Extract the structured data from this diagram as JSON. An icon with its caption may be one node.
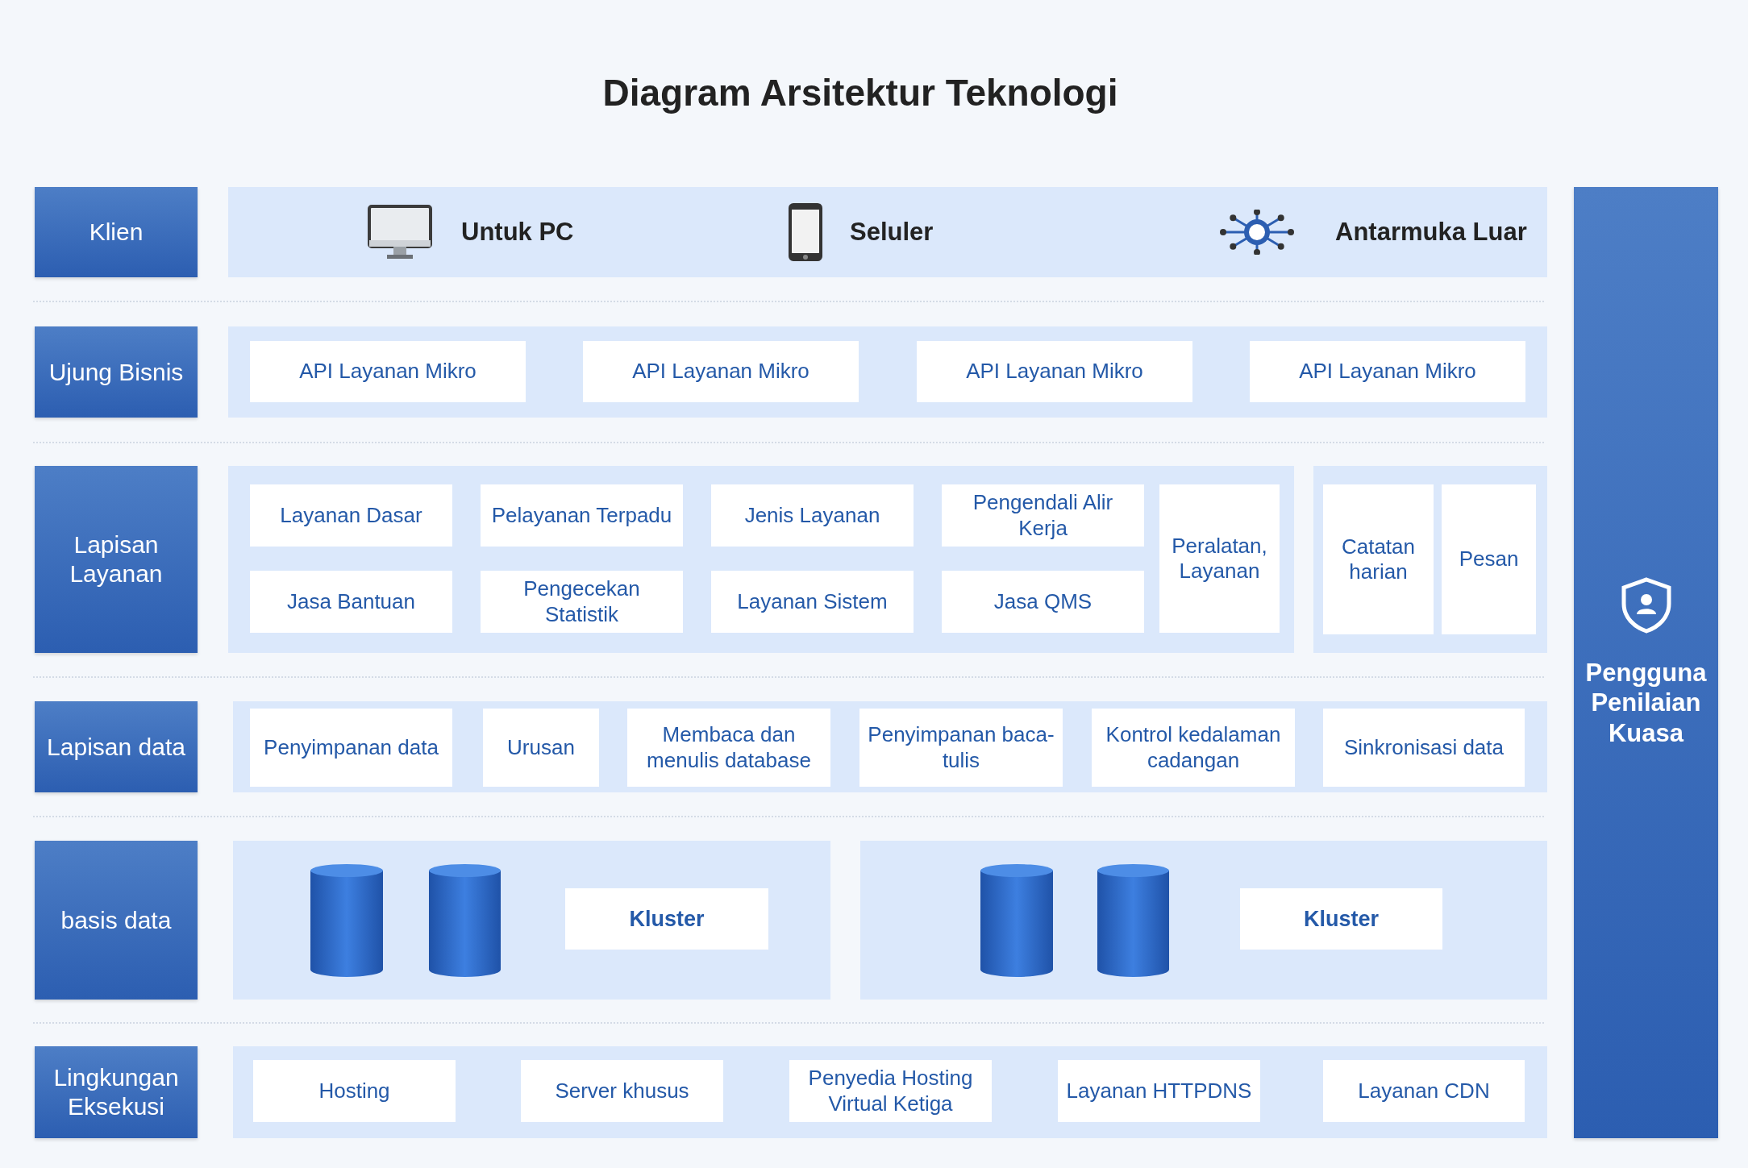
{
  "diagram": {
    "title": "Diagram Arsitektur Teknologi",
    "nodes": [
      {
        "text": [
          "Klien"
        ]
      },
      {
        "text": [
          "Untuk PC",
          "Seluler",
          "Antarmuka Luar"
        ]
      },
      {
        "text": [
          "Ujung Bisnis"
        ]
      },
      {
        "text": [],
        "shape": "box"
      },
      {
        "text": [
          "API Layanan Mikro"
        ],
        "in": 3
      },
      {
        "text": [
          "API Layanan Mikro"
        ],
        "in": 3
      },
      {
        "text": [
          "API Layanan Mikro"
        ],
        "in": 3
      },
      {
        "text": [
          "API Layanan Mikro"
        ],
        "in": 3
      },
      {
        "text": [
          "Lapisan Layanan"
        ]
      },
      {
        "text": [],
        "shape": "box"
      },
      {
        "text": [
          "Layanan Dasar"
        ],
        "in": 9
      },
      {
        "text": [
          "Pelayanan Terpadu"
        ],
        "in": 9
      },
      {
        "text": [
          "Jenis Layanan"
        ],
        "in": 9
      },
      {
        "text": [
          "Pengendali Alir Kerja"
        ],
        "in": 9
      },
      {
        "text": [
          "Peralatan, Layanan"
        ],
        "in": 9
      },
      {
        "text": [
          "Jasa Bantuan"
        ],
        "in": 9
      },
      {
        "text": [
          "Pengecekan Statistik"
        ],
        "in": 9
      },
      {
        "text": [
          "Layanan Sistem"
        ],
        "in": 9
      },
      {
        "text": [
          "Jasa QMS"
        ],
        "in": 9
      },
      {
        "text": [],
        "shape": "box"
      },
      {
        "text": [
          "Catatan harian"
        ],
        "in": 19
      },
      {
        "text": [
          "Pesan"
        ],
        "in": 19
      },
      {
        "text": [
          "Lapisan data"
        ]
      },
      {
        "text": [],
        "shape": "box"
      },
      {
        "text": [
          "Penyimpanan data"
        ],
        "in": 23
      },
      {
        "text": [
          "Urusan"
        ],
        "in": 23
      },
      {
        "text": [
          "Membaca dan menulis database"
        ],
        "in": 23
      },
      {
        "text": [
          "Penyimpanan baca-tulis"
        ],
        "in": 23
      },
      {
        "text": [
          "Kontrol kedalaman cadangan"
        ],
        "in": 23
      },
      {
        "text": [
          "Sinkronisasi data"
        ],
        "in": 23
      },
      {
        "text": [
          "basis data"
        ]
      },
      {
        "text": [],
        "shape": "box"
      },
      {
        "text": [],
        "shape": "cylinder",
        "in": 31
      },
      {
        "text": [],
        "shape": "cylinder",
        "in": 31
      },
      {
        "text": [
          "Kluster"
        ],
        "in": 31
      },
      {
        "text": [],
        "shape": "box"
      },
      {
        "text": [],
        "shape": "cylinder",
        "in": 35
      },
      {
        "text": [],
        "shape": "cylinder",
        "in": 35
      },
      {
        "text": [
          "Kluster"
        ],
        "in": 35
      },
      {
        "text": [
          "Lingkungan Eksekusi"
        ]
      },
      {
        "text": [],
        "shape": "box"
      },
      {
        "text": [
          "Hosting"
        ],
        "in": 40
      },
      {
        "text": [
          "Server khusus"
        ],
        "in": 40
      },
      {
        "text": [
          "Penyedia Hosting Virtual Ketiga"
        ],
        "in": 40
      },
      {
        "text": [
          "Layanan HTTPDNS"
        ],
        "in": 40
      },
      {
        "text": [
          "Layanan CDN"
        ],
        "in": 40
      },
      {
        "text": [
          "Pengguna Penilaian Kuasa"
        ]
      }
    ]
  }
}
